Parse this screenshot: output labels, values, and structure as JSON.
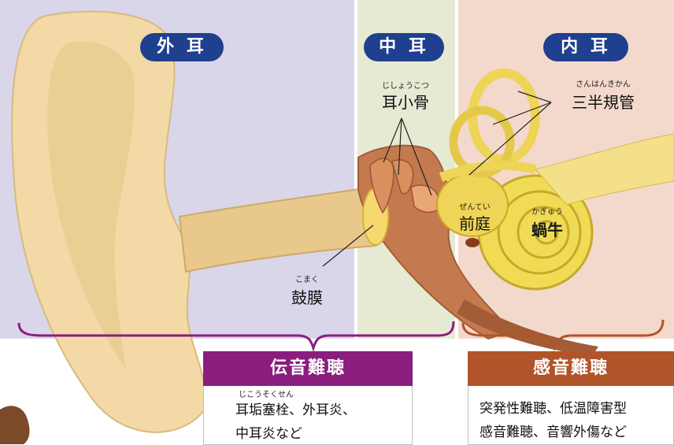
{
  "sections": {
    "outer": "外 耳",
    "middle": "中 耳",
    "inner": "内 耳"
  },
  "labels": {
    "ossicles": {
      "ruby": "じしょうこつ",
      "text": "耳小骨"
    },
    "semicircular": {
      "ruby": "さんはんきかん",
      "text": "三半規管"
    },
    "vestibule": {
      "ruby": "ぜんてい",
      "text": "前庭"
    },
    "cochlea": {
      "ruby": "かぎゅう",
      "text": "蝸牛"
    },
    "eardrum": {
      "ruby": "こまく",
      "text": "鼓膜"
    }
  },
  "conductive": {
    "title": "伝音難聴",
    "ruby": "じこうそくせん",
    "line1": "耳垢塞栓、外耳炎、",
    "line2": "中耳炎など"
  },
  "sensorineural": {
    "title": "感音難聴",
    "line1": "突発性難聴、低温障害型",
    "line2": "感音難聴、音響外傷など"
  },
  "colors": {
    "outer_bg": "#d9d6ea",
    "middle_bg": "#e6ead3",
    "inner_bg": "#f3d9cc",
    "pill": "#1f3f8f",
    "conductive": "#8a1d7e",
    "sensorineural": "#b0542a",
    "skin": "#f2d9a6"
  }
}
